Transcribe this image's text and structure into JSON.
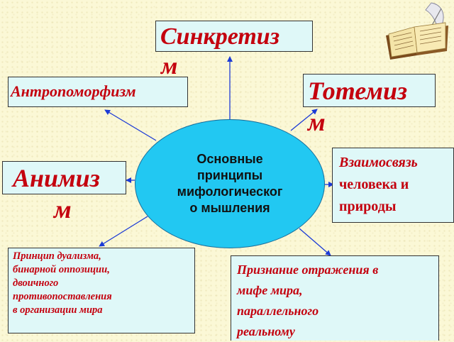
{
  "center": {
    "lines": [
      "Основные",
      "принципы",
      "мифологическог",
      "о мышления"
    ]
  },
  "nodes": {
    "sinkretizm": {
      "line1": "Синкретиз",
      "line2": "м"
    },
    "antropomorfizm": {
      "text": "Антропоморфизм"
    },
    "totemizm": {
      "line1": "Тотемиз",
      "line2": "м"
    },
    "animizm": {
      "line1": "Анимиз",
      "line2": "м"
    },
    "vzaimosvyaz": {
      "lines": [
        "Взаимосвязь",
        "человека и",
        "природы"
      ]
    },
    "dualizm": {
      "lines": [
        "Принцип дуализма,",
        "бинарной оппозиции,",
        "двоичного",
        "противопоставления",
        "в организации мира"
      ]
    },
    "otrazhenie": {
      "lines": [
        "Признание отражения в",
        "мифе мира,",
        "параллельного",
        "реальному"
      ]
    }
  },
  "colors": {
    "node_text": "#c4000e",
    "box_fill": "#dff8f8",
    "ellipse_fill": "#22c8f2",
    "arrow": "#1b3ad6"
  },
  "icons": [
    "open-book-with-quill-icon"
  ]
}
